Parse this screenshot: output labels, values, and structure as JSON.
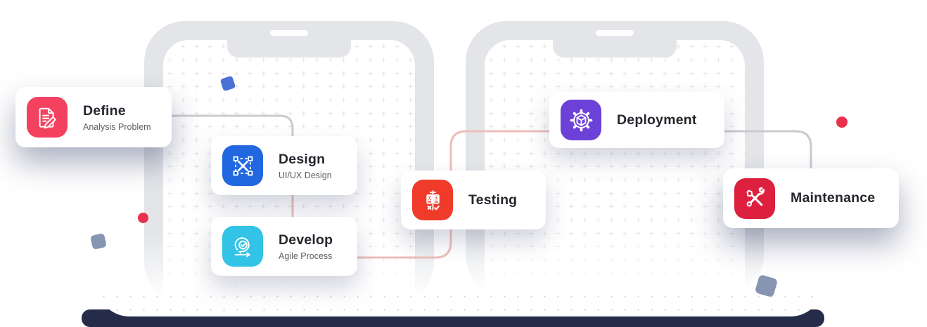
{
  "steps": [
    {
      "title": "Define",
      "subtitle": "Analysis Problem",
      "icon": "document-pen-icon",
      "color": "#F4415F"
    },
    {
      "title": "Design",
      "subtitle": "UI/UX Design",
      "icon": "design-frame-icon",
      "color": "#2067E0"
    },
    {
      "title": "Develop",
      "subtitle": "Agile Process",
      "icon": "agile-sprint-icon",
      "color": "#32C3E6"
    },
    {
      "title": "Testing",
      "icon": "ab-testing-icon",
      "color": "#F13B2A"
    },
    {
      "title": "Deployment",
      "icon": "gear-cube-icon",
      "color": "#6C41D7"
    },
    {
      "title": "Maintenance",
      "icon": "wrench-screwdriver-icon",
      "color": "#DC203E"
    }
  ],
  "colors": {
    "connector_gray": "#C9CBCF",
    "connector_pink": "#ECBEBA",
    "laptop_base": "#252C49",
    "phone_bezel": "#E3E5E8",
    "dot_grid": "#EAE5E5",
    "strip_dots": "#CFCFD4",
    "red_dot": "#E9304C",
    "blue_square": "#4A72D4",
    "slate_square": "#8595B2",
    "title_text": "#24272D",
    "subtitle_text": "#5C6066"
  }
}
